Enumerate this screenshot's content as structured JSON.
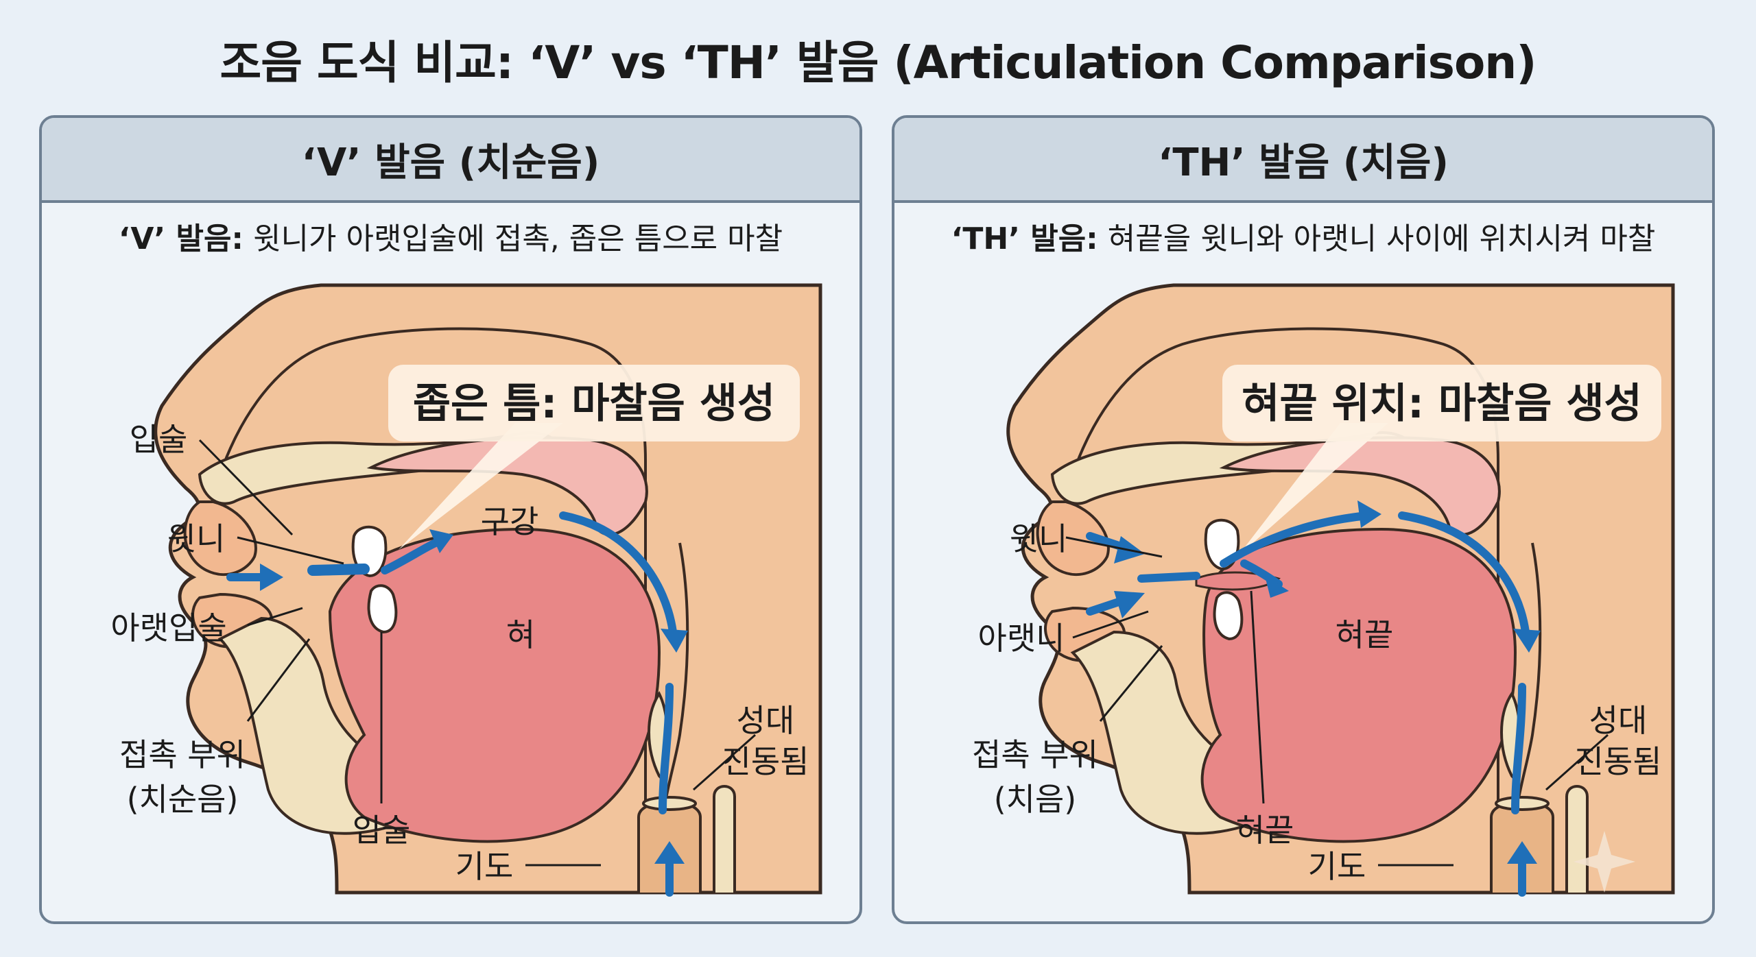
{
  "title": "조음 도식 비교: ‘V’ vs ‘TH’ 발음 (Articulation Comparison)",
  "left": {
    "header": "‘V’ 발음 (치순음)",
    "subtitle_bold": "‘V’ 발음:",
    "subtitle_rest": " 윗니가 아랫입술에 접촉, 좁은 틈으로 마찰",
    "callout": "좁은 틈: 마찰음 생성",
    "labels": {
      "lips_top": "입술",
      "upper_teeth": "윗니",
      "lower_lip": "아랫입술",
      "contact_1": "접촉 부위",
      "contact_2": "(치순음)",
      "lips_bottom": "입술",
      "oral_cavity": "구강",
      "tongue": "혀",
      "vocal_1": "성대",
      "vocal_2": "진동됨",
      "airway": "기도"
    }
  },
  "right": {
    "header": "‘TH’ 발음 (치음)",
    "subtitle_bold": "‘TH’ 발음:",
    "subtitle_rest": " 혀끝을 윗니와 아랫니 사이에 위치시켜 마찰",
    "callout": "혀끝 위치: 마찰음 생성",
    "labels": {
      "upper_teeth": "윗니",
      "lower_teeth": "아랫니",
      "contact_1": "접촉 부위",
      "contact_2": "(치음)",
      "tongue_tip_bottom": "혀끝",
      "tongue_tip_center": "혀끝",
      "vocal_1": "성대",
      "vocal_2": "진동됨",
      "airway": "기도"
    }
  },
  "colors": {
    "skin": "#f2c49c",
    "outline": "#3a2a22",
    "tongue": "#e88787",
    "palate": "#f3b8b2",
    "bone": "#f1e2bf",
    "airflow": "#1f6fb8",
    "tooth": "#ffffff"
  }
}
